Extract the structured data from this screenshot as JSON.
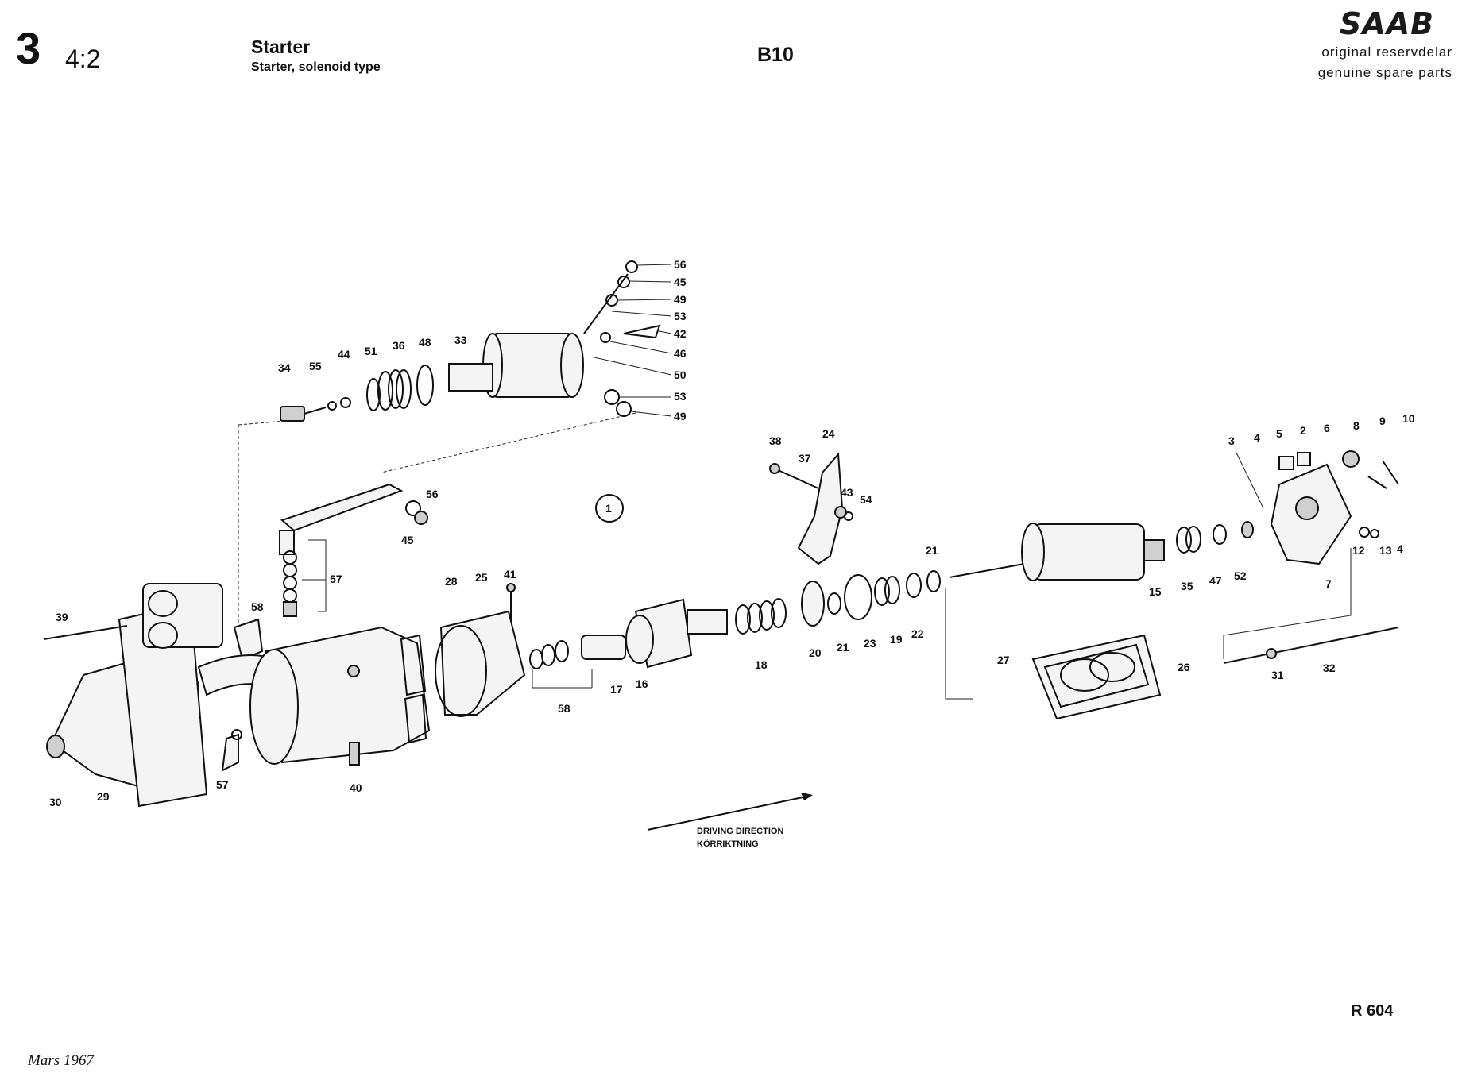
{
  "header": {
    "section_number": "3",
    "subsection": "4:2",
    "title": "Starter",
    "subtitle": "Starter, solenoid type",
    "model": "B10",
    "logo": "SAAB",
    "brand_line1": "original reservdelar",
    "brand_line2": "genuine spare parts"
  },
  "diagram": {
    "view_marker": "1",
    "direction_label1": "DRIVING DIRECTION",
    "direction_label2": "KÖRRIKTNING",
    "callouts": {
      "c56a": "56",
      "c45a": "45",
      "c49a": "49",
      "c53a": "53",
      "c42": "42",
      "c46": "46",
      "c50": "50",
      "c53b": "53",
      "c49b": "49",
      "c34": "34",
      "c55": "55",
      "c44": "44",
      "c51": "51",
      "c36": "36",
      "c48": "48",
      "c33": "33",
      "c56b": "56",
      "c45b": "45",
      "c57a": "57",
      "c58a": "58",
      "c39": "39",
      "c30": "30",
      "c29": "29",
      "c57b": "57",
      "c40": "40",
      "c28": "28",
      "c25": "25",
      "c41": "41",
      "c58b": "58",
      "c17": "17",
      "c16": "16",
      "c18": "18",
      "c20": "20",
      "c21a": "21",
      "c23": "23",
      "c19": "19",
      "c22": "22",
      "c21b": "21",
      "c38": "38",
      "c24": "24",
      "c37": "37",
      "c43": "43",
      "c54": "54",
      "c15": "15",
      "c35": "35",
      "c47": "47",
      "c52": "52",
      "c27": "27",
      "c26": "26",
      "c31": "31",
      "c32": "32",
      "c3": "3",
      "c4a": "4",
      "c5": "5",
      "c2": "2",
      "c6": "6",
      "c8": "8",
      "c9": "9",
      "c10": "10",
      "c7": "7",
      "c12": "12",
      "c13": "13",
      "c4b": "4"
    }
  },
  "footer": {
    "ref_code": "R 604",
    "date": "Mars 1967"
  }
}
